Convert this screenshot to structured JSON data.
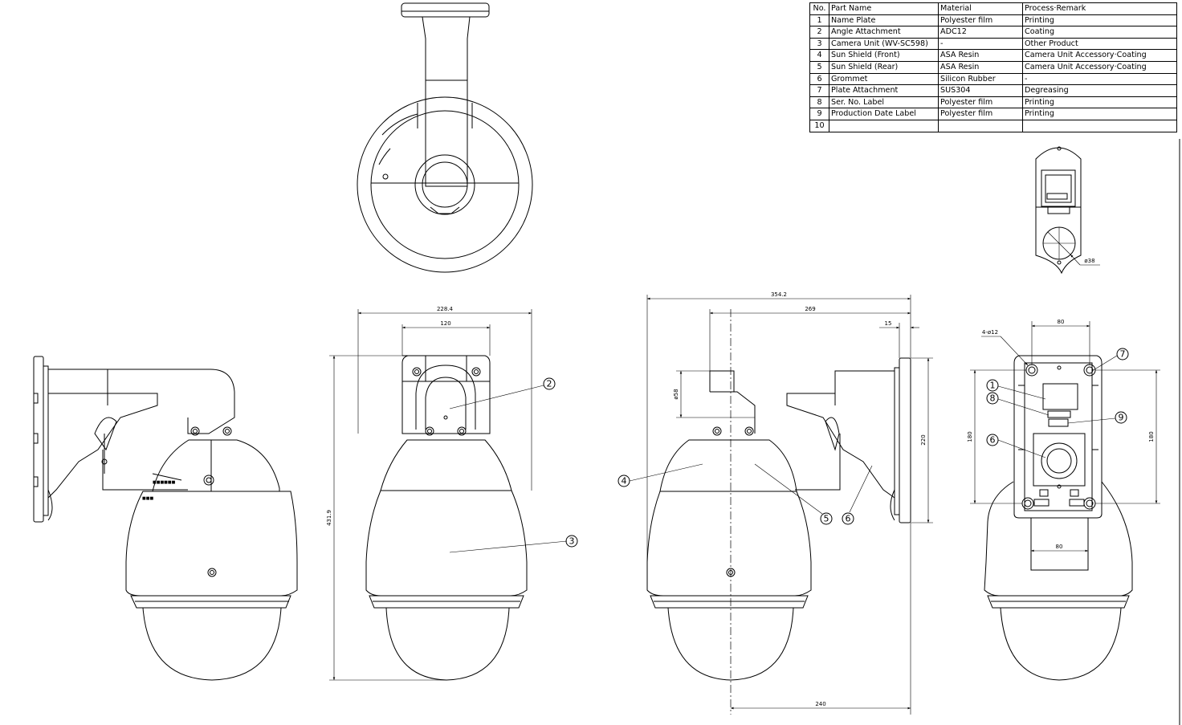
{
  "parts_table": {
    "headers": [
      "No.",
      "Part Name",
      "Material",
      "Process·Remark"
    ],
    "rows": [
      [
        "1",
        "Name Plate",
        "Polyester film",
        "Printing"
      ],
      [
        "2",
        "Angle Attachment",
        "ADC12",
        "Coating"
      ],
      [
        "3",
        "Camera Unit (WV-SC598)",
        "-",
        "Other Product"
      ],
      [
        "4",
        "Sun Shield (Front)",
        "ASA Resin",
        "Camera Unit Accessory·Coating"
      ],
      [
        "5",
        "Sun Shield (Rear)",
        "ASA Resin",
        "Camera Unit Accessory·Coating"
      ],
      [
        "6",
        "Grommet",
        "Silicon Rubber",
        "-"
      ],
      [
        "7",
        "Plate Attachment",
        "SUS304",
        "Degreasing"
      ],
      [
        "8",
        "Ser. No. Label",
        "Polyester film",
        "Printing"
      ],
      [
        "9",
        "Production Date Label",
        "Polyester film",
        "Printing"
      ],
      [
        "10",
        "",
        "",
        ""
      ]
    ]
  },
  "dimensions": {
    "plate_hole_dia": "ø38",
    "front_width": "228.4",
    "front_top_width": "120",
    "front_height": "431.9",
    "side_total_depth": "354.2",
    "side_depth": "269",
    "side_plate_thickness": "15",
    "side_bracket_height": "ø58",
    "side_plate_height": "220",
    "side_bottom": "240",
    "rear_holes": "4-ø12",
    "rear_top_pitch": "80",
    "rear_left_height": "180",
    "rear_right_height": "180",
    "rear_bottom_pitch": "80"
  },
  "callouts": {
    "c1": "1",
    "c2": "2",
    "c3": "3",
    "c4": "4",
    "c5": "5",
    "c6a": "6",
    "c6b": "6",
    "c7": "7",
    "c8": "8",
    "c9": "9"
  }
}
